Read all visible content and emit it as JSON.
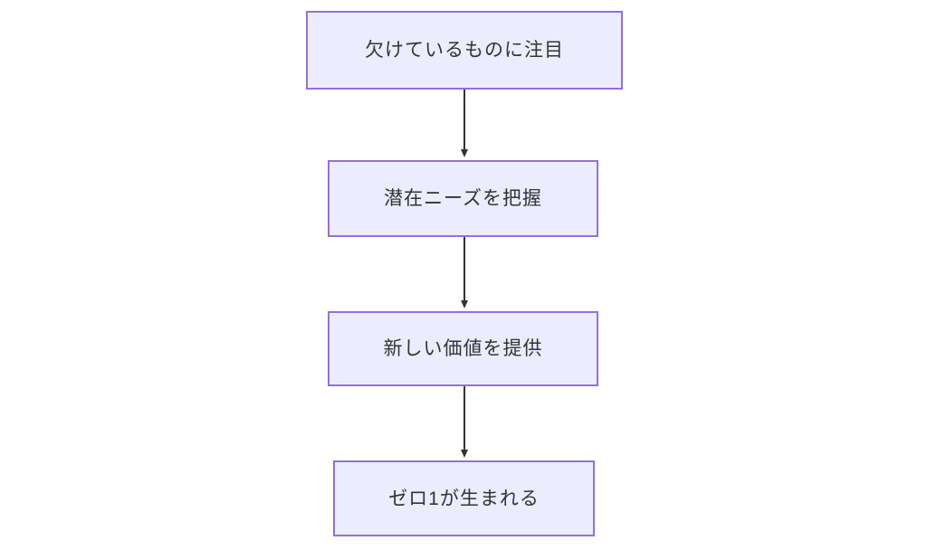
{
  "diagram": {
    "type": "flowchart",
    "direction": "top-down",
    "nodes": [
      {
        "id": "n1",
        "label": "欠けているものに注目"
      },
      {
        "id": "n2",
        "label": "潜在ニーズを把握"
      },
      {
        "id": "n3",
        "label": "新しい価値を提供"
      },
      {
        "id": "n4",
        "label": "ゼロ1が生まれる"
      }
    ],
    "edges": [
      {
        "from": "n1",
        "to": "n2"
      },
      {
        "from": "n2",
        "to": "n3"
      },
      {
        "from": "n3",
        "to": "n4"
      }
    ],
    "colors": {
      "background": "#ffffff",
      "node_fill": "#ECECFF",
      "node_border": "#9370DB",
      "node_text": "#333333",
      "arrow": "#333333"
    }
  }
}
